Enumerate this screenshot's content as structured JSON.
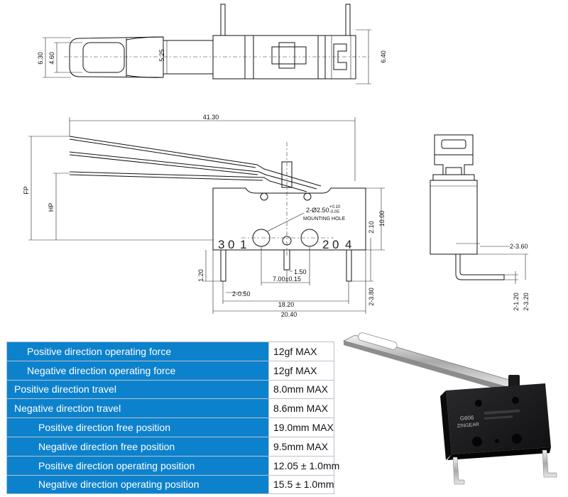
{
  "top_view": {
    "dims": {
      "d630": "6.30",
      "d460": "4.60",
      "d525": "5.25",
      "d640": "6.40"
    }
  },
  "front_view": {
    "dims": {
      "d4130": "41.30",
      "fp": "FP",
      "hp": "HP",
      "hole_callout": "2-Ø2.50",
      "hole_tol_plus": "+0.10",
      "hole_tol_minus": "-0.05",
      "hole_note": "MOUNTING HOLE",
      "d1000": "10.00",
      "d210": "2.10",
      "d120": "1.20",
      "d150": "1.50",
      "d700": "7.00±0.15",
      "d050": "2-0.50",
      "d380": "2-3.80",
      "d1820": "18.20",
      "d2040": "20.40"
    },
    "pins": [
      "3",
      "0",
      "1",
      "2",
      "0",
      "4"
    ]
  },
  "side_view": {
    "dims": {
      "d360": "2-3.60",
      "d120": "2-1.20",
      "d320": "2-3.20"
    }
  },
  "specs": [
    {
      "label": "Positive direction operating force",
      "value": "12gf MAX"
    },
    {
      "label": "Negative direction operating force",
      "value": "12gf MAX"
    },
    {
      "label": "Positive direction travel",
      "value": "8.0mm MAX"
    },
    {
      "label": "Negative direction travel",
      "value": "8.6mm MAX"
    },
    {
      "label": "Positive direction free position",
      "value": "19.0mm MAX"
    },
    {
      "label": "Negative direction free position",
      "value": "9.5mm MAX"
    },
    {
      "label": "Positive direction operating position",
      "value": "12.05 ± 1.0mm"
    },
    {
      "label": "Negative direction operating position",
      "value": "15.5 ± 1.0mm"
    }
  ],
  "photo": {
    "model": "G606",
    "brand": "ZINGEAR"
  },
  "colors": {
    "table_label_bg": "#0d82cc",
    "table_label_text": "#ffffff",
    "switch_body": "#1c1c1e",
    "line": "#111111"
  }
}
